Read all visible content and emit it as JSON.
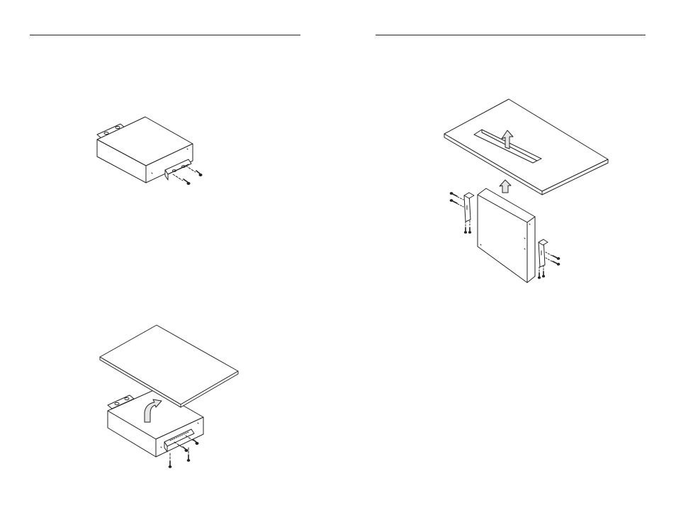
{
  "document": {
    "pages": [
      {
        "side": "left",
        "figures": [
          "device-with-brackets",
          "device-under-surface-mount"
        ]
      },
      {
        "side": "right",
        "figures": [
          "device-vertical-under-surface-mount"
        ]
      }
    ]
  },
  "colors": {
    "line": "#222222",
    "fill": "#ffffff",
    "shade": "#e6e6e6"
  }
}
